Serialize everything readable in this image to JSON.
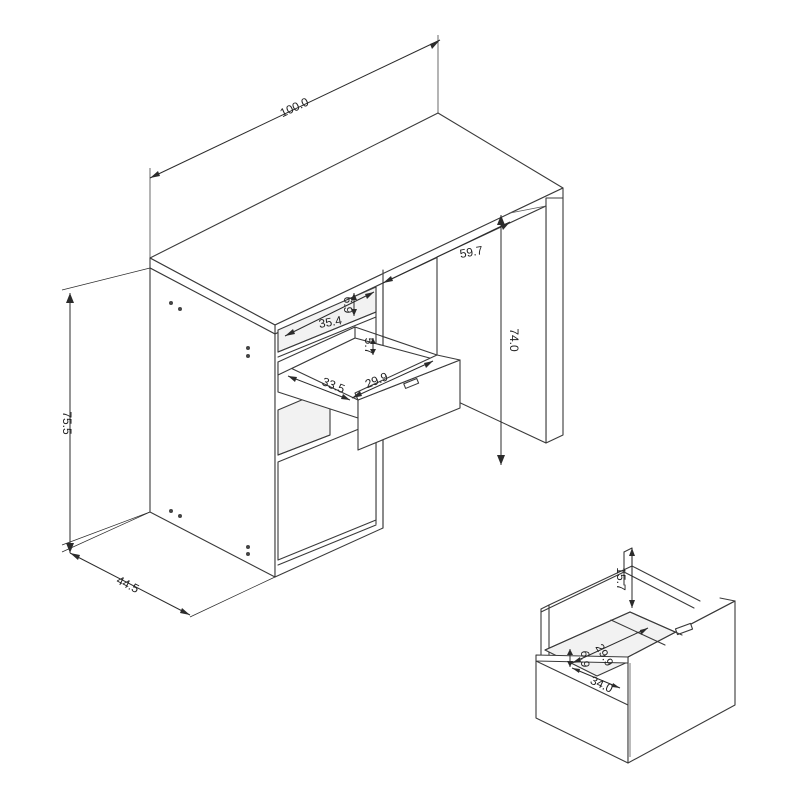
{
  "dimensions": {
    "width_total": "100.0",
    "depth_total": "44.5",
    "height_total": "75.5",
    "knee_height": "74.0",
    "knee_width": "59.7",
    "shelf_width": "35.4",
    "shelf_gap": "6.9",
    "drawer_inner_height": "5.7",
    "drawer_depth": "33.5",
    "drawer_width": "29.9"
  },
  "detail": {
    "frame_height": "15.7",
    "drawer_width": "29.9",
    "side_gap": "6.9",
    "drawer_depth": "34.0"
  }
}
